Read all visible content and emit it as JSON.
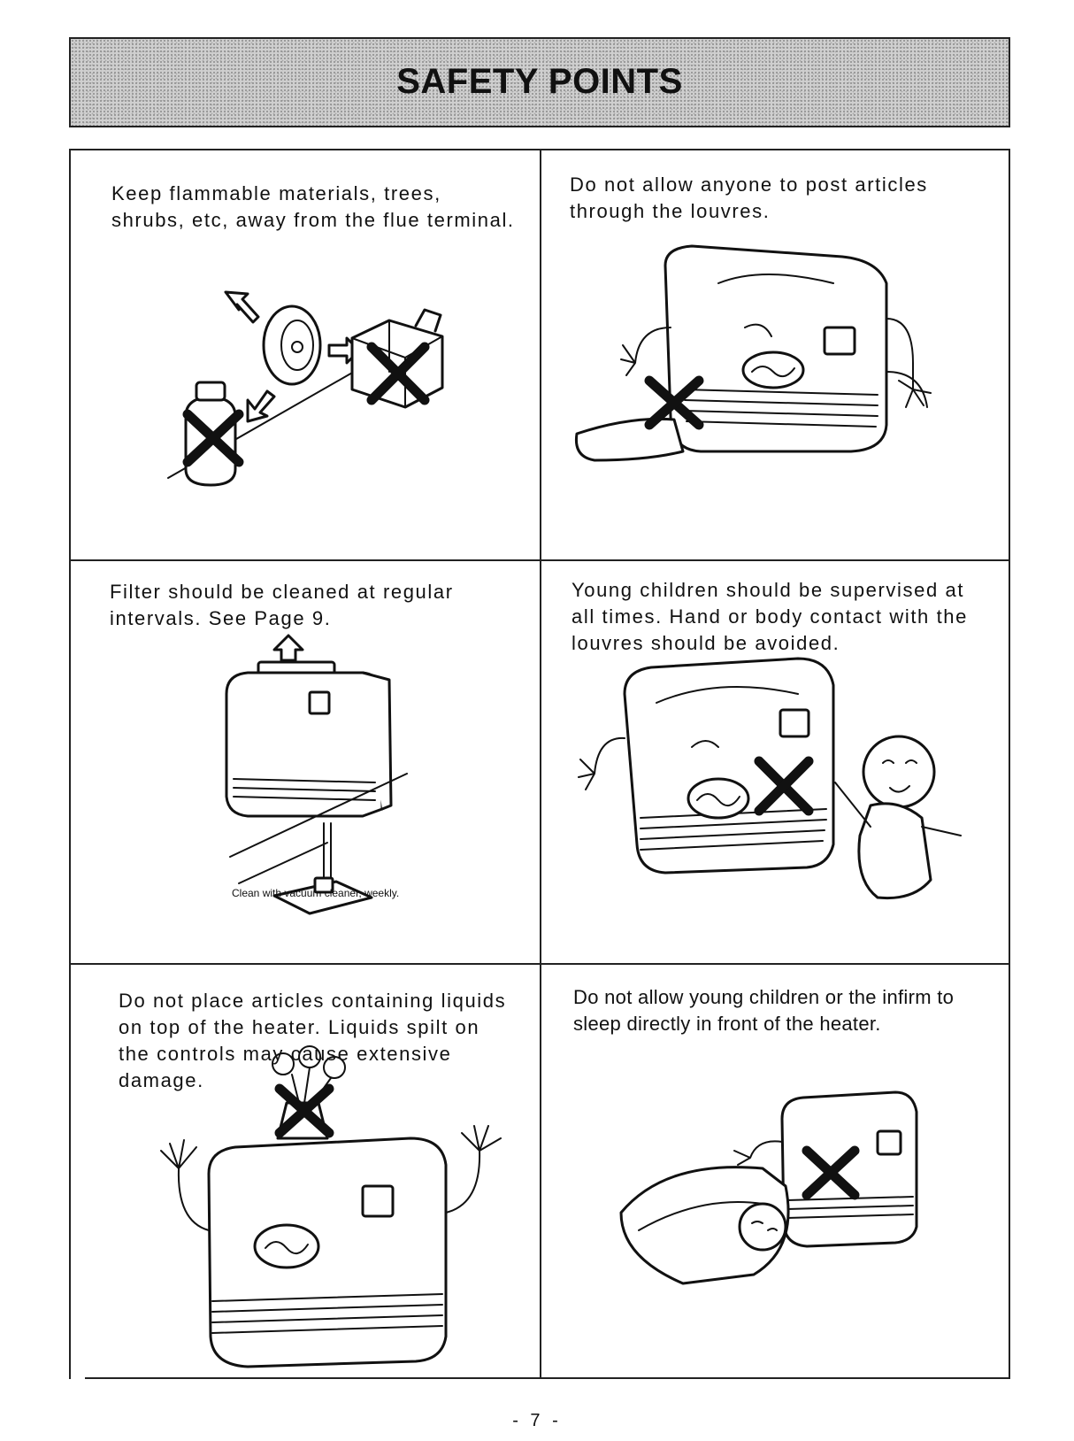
{
  "header": {
    "title": "SAFETY POINTS"
  },
  "panels": [
    {
      "text": "Keep flammable materials, trees, shrubs, etc, away from the flue terminal."
    },
    {
      "text": "Do not allow anyone to post articles through the louvres."
    },
    {
      "text": "Filter should be cleaned at regular intervals. See Page 9.",
      "caption": "Clean with vacuum cleaner, weekly."
    },
    {
      "text": "Young children should be supervised at all times. Hand or body contact with the louvres should be avoided."
    },
    {
      "text": "Do not place articles containing liquids on top of the heater. Liquids spilt on the controls may cause extensive damage."
    },
    {
      "text": "Do not allow young children or the infirm to sleep directly in front of the heater."
    }
  ],
  "footer": {
    "page_number": "- 7 -"
  }
}
